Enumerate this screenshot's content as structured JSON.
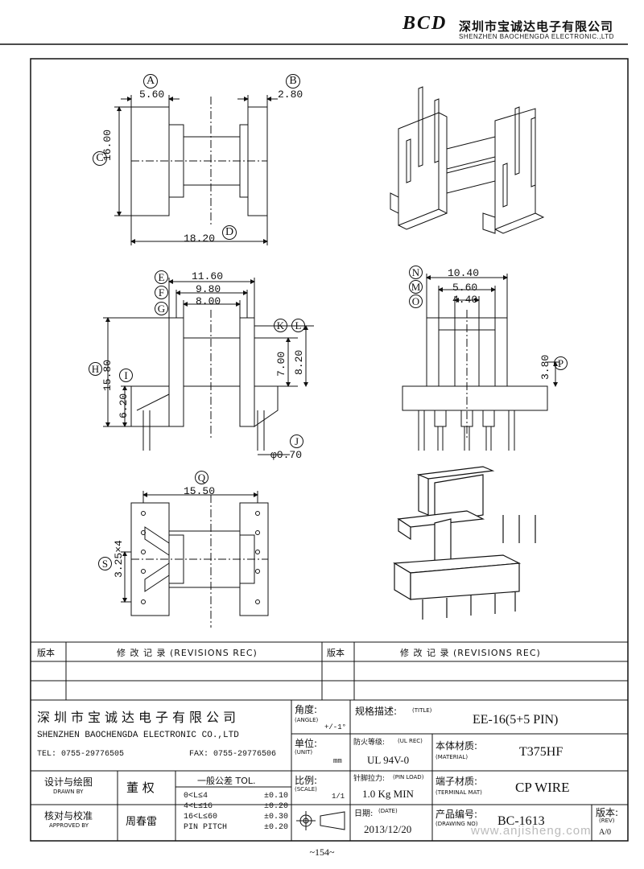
{
  "header": {
    "logo": "BCD",
    "company_cn": "深圳市宝诚达电子有限公司",
    "company_en": "SHENZHEN BAOCHENGDA ELECTRONIC.,LTD"
  },
  "dimensions": {
    "A": "A",
    "A_val": "5.60",
    "B": "B",
    "B_val": "2.80",
    "C": "C",
    "C_val": "16.00",
    "D": "D",
    "D_val": "18.20",
    "E": "E",
    "E_val": "11.60",
    "F": "F",
    "F_val": "9.80",
    "G": "G",
    "G_val": "8.00",
    "H": "H",
    "H_val": "15.80",
    "I": "I",
    "I_val": "6.20",
    "J": "J",
    "J_val": "φ0.70",
    "K": "K",
    "K_val": "7.00",
    "L": "L",
    "L_val": "8.20",
    "N": "N",
    "N_val": "10.40",
    "M": "M",
    "M_val": "5.60",
    "O": "O",
    "O_val": "4.40",
    "P": "P",
    "P_val": "3.80",
    "Q": "Q",
    "Q_val": "15.50",
    "S": "S",
    "S_val": "3.25×4"
  },
  "revisions": {
    "col1": "版本",
    "col2": "修 改 记 录  (REVISIONS REC)",
    "col3": "版本",
    "col4": "修 改 记 录  (REVISIONS REC)"
  },
  "titleblock": {
    "company_cn": "深圳市宝诚达电子有限公司",
    "company_en": "SHENZHEN BAOCHENGDA ELECTRONIC CO.,LTD",
    "tel": "TEL: 0755-29776505",
    "fax": "FAX: 0755-29776506",
    "angle_cn": "角度:",
    "angle_en": "(ANGLE)",
    "angle_val": "+/-1°",
    "unit_cn": "单位:",
    "unit_en": "(UNIT)",
    "unit_val": "mm",
    "scale_cn": "比例:",
    "scale_en": "(SCALE)",
    "scale_val": "1/1",
    "title_cn": "规格描述:",
    "title_en": "(TITLE)",
    "title_val": "EE-16(5+5 PIN)",
    "ul_cn": "防火等级:",
    "ul_en": "(UL REC)",
    "ul_val": "UL 94V-0",
    "material_cn": "本体材质:",
    "material_en": "(MATERIAL)",
    "material_val": "T375HF",
    "pinload_cn": "针脚拉力:",
    "pinload_en": "(PIN LOAD)",
    "pinload_val": "1.0 Kg MIN",
    "terminal_cn": "端子材质:",
    "terminal_en": "(TERMINAL MAT)",
    "terminal_val": "CP WIRE",
    "date_cn": "日期:",
    "date_en": "(DATE)",
    "date_val": "2013/12/20",
    "drawno_cn": "产品编号:",
    "drawno_en": "(DRAWING NO)",
    "drawno_val": "BC-1613",
    "rev_cn": "版本:",
    "rev_en": "(REV)",
    "rev_val": "A/0",
    "drawn_cn": "设计与绘图",
    "drawn_en": "DRAWN BY",
    "drawn_val": "董 权",
    "approved_cn": "核对与校准",
    "approved_en": "APPROVED BY",
    "approved_val": "周春雷",
    "tol_title": "一般公差 TOL.",
    "tol_rows": [
      {
        "range": "0<L≤4",
        "val": "±0.10"
      },
      {
        "range": "4<L≤16",
        "val": "±0.20"
      },
      {
        "range": "16<L≤60",
        "val": "±0.30"
      },
      {
        "range": "PIN PITCH",
        "val": "±0.20"
      }
    ]
  },
  "page_number": "~154~",
  "watermark": "www.anjisheng.com"
}
